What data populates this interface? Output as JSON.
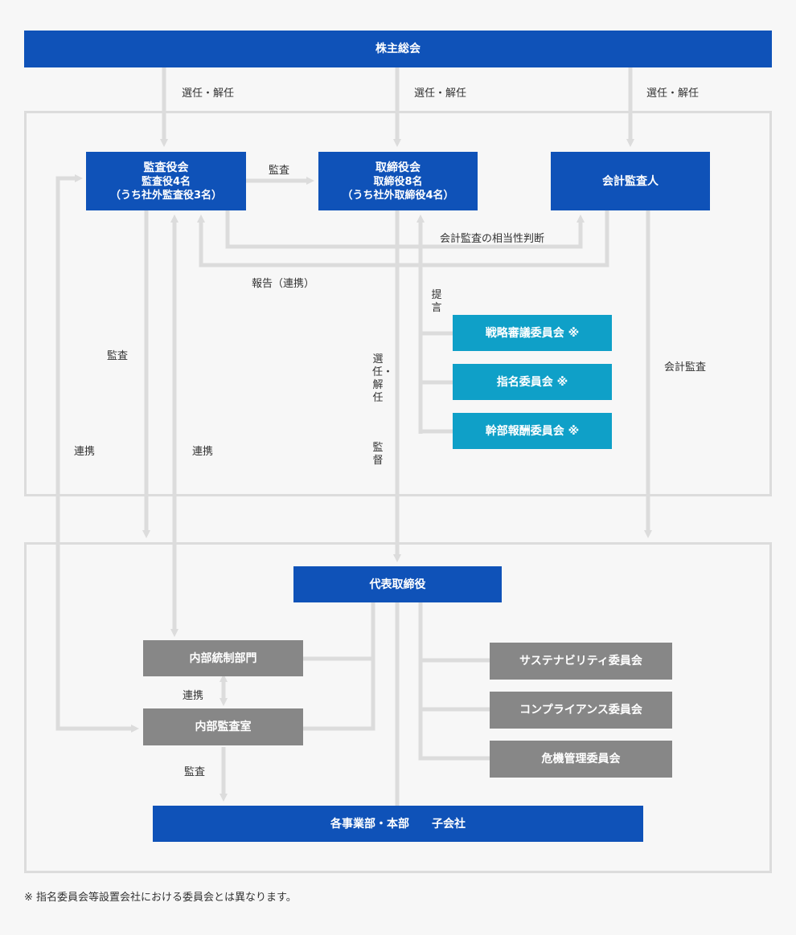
{
  "shareholders_meeting": "株主総会",
  "elect_dismiss": "選任・解任",
  "board_auditors": {
    "title": "監査役会",
    "line1": "監査役4名",
    "line2": "（うち社外監査役3名）"
  },
  "board_directors": {
    "title": "取締役会",
    "line1": "取締役8名",
    "line2": "（うち社外取締役4名）"
  },
  "accounting_auditor": "会計監査人",
  "labels": {
    "audit": "監査",
    "judgement": "会計監査の相当性判断",
    "report": "報告（連携）",
    "proposal": "提言",
    "collaboration": "連携",
    "elect_dismiss_vertical": "選任・解任",
    "supervision": "監督",
    "accounting_audit": "会計監査",
    "collab_small": "連携",
    "audit_bottom": "監査"
  },
  "committees": [
    "戦略審議委員会 ※",
    "指名委員会 ※",
    "幹部報酬委員会 ※"
  ],
  "representative_director": "代表取締役",
  "internal_control": "内部統制部門",
  "internal_audit": "内部監査室",
  "sub_committees": [
    "サステナビリティ委員会",
    "コンプライアンス委員会",
    "危機管理委員会"
  ],
  "business_units": "各事業部・本部　　子会社",
  "footnote": "※ 指名委員会等設置会社における委員会とは異なります。",
  "colors": {
    "blue": "#0f52b8",
    "cyan": "#0fa0c8",
    "gray": "#878787",
    "line": "#dcdcdc"
  }
}
